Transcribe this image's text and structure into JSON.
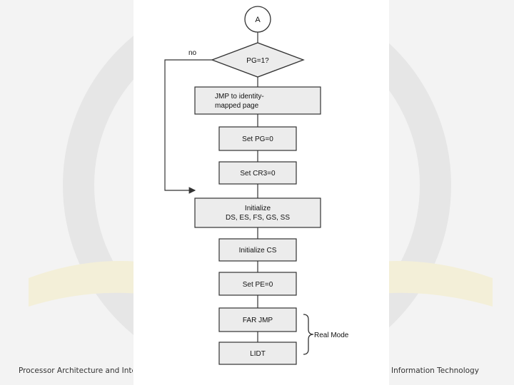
{
  "diagram": {
    "connector": "A",
    "decision": "PG=1?",
    "no_label": "no",
    "steps": [
      [
        "JMP to identity-",
        "mapped page"
      ],
      [
        "Set PG=0"
      ],
      [
        "Set CR3=0"
      ],
      [
        "Initialize",
        "DS, ES, FS, GS, SS"
      ],
      [
        "Initialize CS"
      ],
      [
        "Set PE=0"
      ],
      [
        "FAR JMP"
      ],
      [
        "LIDT"
      ]
    ],
    "brace_label": "Real Mode"
  },
  "footer": {
    "left": "Processor Architecture and Interfacing",
    "right": "Information Technology"
  },
  "colors": {
    "background": "#f3f3f3",
    "panel": "#ffffff",
    "box_fill": "#ececec",
    "stroke": "#333333"
  }
}
